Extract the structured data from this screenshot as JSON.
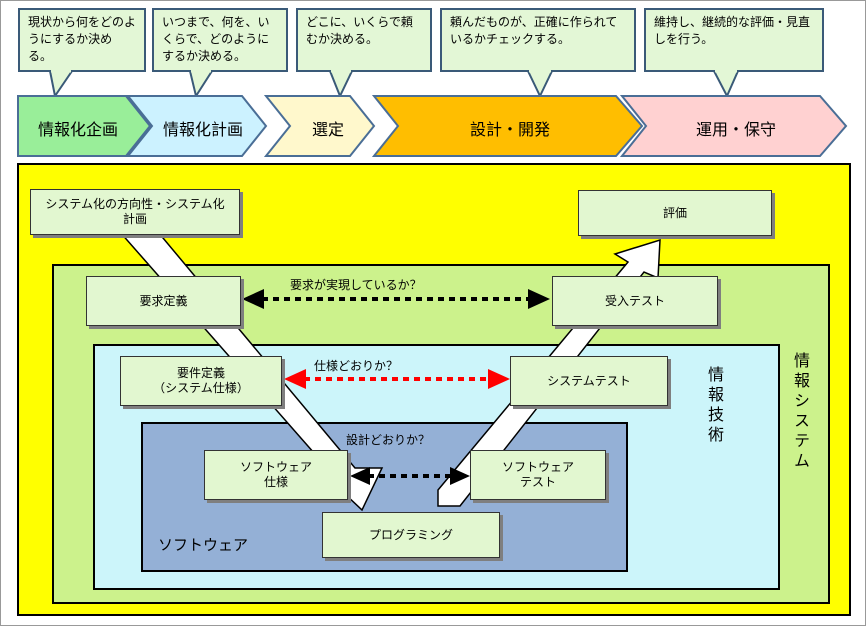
{
  "callouts": [
    "現状から何をどのようにするか決める。",
    "いつまで、何を、いくらで、どのようにするか決める。",
    "どこに、いくらで頼むか決める。",
    "頼んだものが、正確に作られているかチェックする。",
    "維持し、継続的な評価・見直しを行う。"
  ],
  "phases": [
    "情報化企画",
    "情報化計画",
    "選定",
    "設計・開発",
    "運用・保守"
  ],
  "layers": {
    "system": "情報システム",
    "tech": "情報技術",
    "software": "ソフトウェア"
  },
  "boxes": {
    "direction": "システム化の方向性・システム化\n計画",
    "evaluation": "評価",
    "requirements": "要求定義",
    "acceptance": "受入テスト",
    "spec": "要件定義\n（システム仕様）",
    "system_test": "システムテスト",
    "sw_spec": "ソフトウェア\n仕様",
    "sw_test": "ソフトウェア\nテスト",
    "programming": "プログラミング"
  },
  "questions": {
    "q1": "要求が実現しているか？",
    "q2": "仕様どおりか？",
    "q3": "設計どおりか？"
  },
  "colors": {
    "phase1": "#99ee99",
    "phase2": "#ccf2ff",
    "phase3": "#fff8cc",
    "phase4": "#ffbe00",
    "phase5": "#ffd1d1",
    "outer": "#ffff00",
    "system_layer": "#ccf28c",
    "tech_layer": "#ccf5fa",
    "software_layer": "#94b0d6",
    "red_arrow": "#ff0000"
  }
}
